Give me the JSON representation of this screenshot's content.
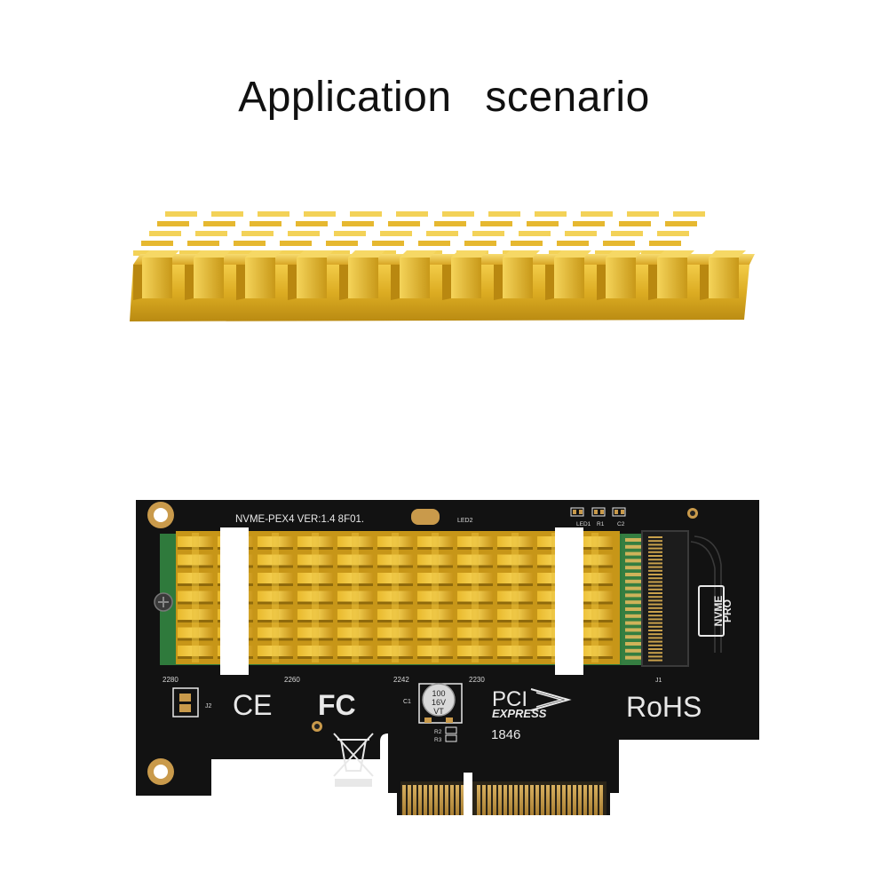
{
  "title": "Application scenario",
  "colors": {
    "heatsink_gold": "#e2b326",
    "pcb_black": "#111111",
    "silkscreen": "#e8e8e8",
    "copper_pad": "#c9a14c"
  },
  "board": {
    "model_label": "NVME-PEX4 VER:1.4 8F01.",
    "led_label": "LED2",
    "smd_labels": [
      "LED1",
      "R1",
      "C2"
    ],
    "connector_label": "J1",
    "power_label": "J2",
    "size_labels": [
      "2280",
      "2260",
      "2242",
      "2230"
    ],
    "capacitor_label": "C1",
    "capacitor_text": [
      "100",
      "16V",
      "VT"
    ],
    "resistor_labels": [
      "R2",
      "R3"
    ],
    "pci_text": "PCI",
    "express_text": "EXPRESS",
    "date_code": "1846",
    "rohs_text": "RoHS",
    "ce_text": "CE",
    "fc_text": "FC",
    "badge_top": "NVME",
    "badge_bottom": "PRO"
  }
}
